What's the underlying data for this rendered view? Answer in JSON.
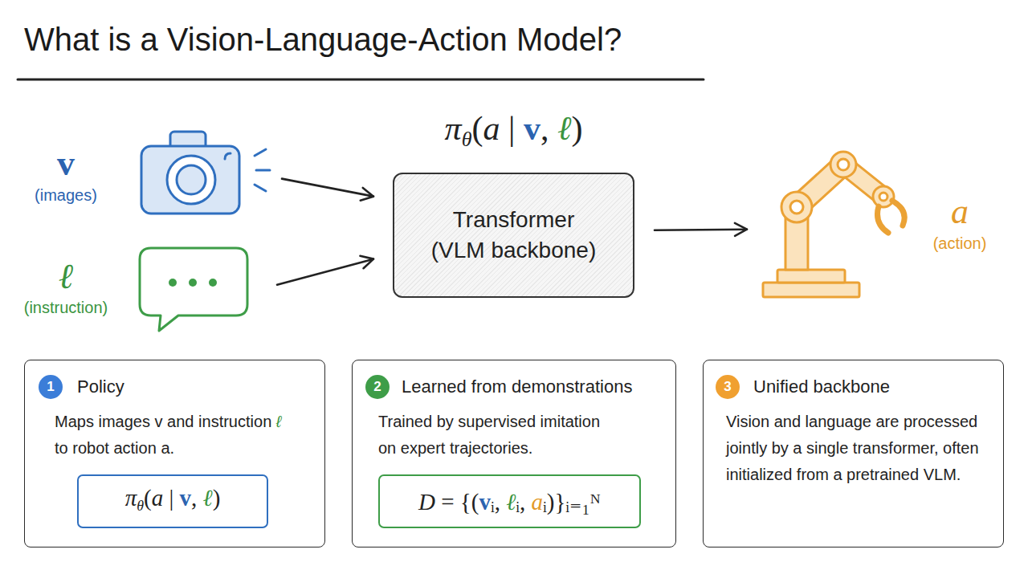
{
  "diagram": {
    "title": "What is a Vision-Language-Action Model?",
    "nodes": [
      {
        "text": [
          "v",
          "(images)"
        ]
      },
      {
        "text": [
          "ℓ",
          "(instruction)"
        ]
      },
      {
        "text": [
          "πθ(a | v, ℓ)",
          "Transformer (VLM backbone)"
        ]
      },
      {
        "text": [
          "a",
          "(action)"
        ]
      },
      {
        "text": [
          "Policy",
          "Maps images v and instruction ℓ to robot action a."
        ]
      },
      {
        "text": [
          "1"
        ],
        "in": 4
      },
      {
        "text": [
          "πθ(a | v, ℓ)"
        ],
        "in": 4
      },
      {
        "text": [
          "Learned from demonstrations",
          "Trained by supervised imitation on expert trajectories."
        ]
      },
      {
        "text": [
          "2"
        ],
        "in": 7
      },
      {
        "text": [
          "D = {(vᵢ, ℓᵢ, aᵢ)}ᵢ₌₁ᴺ"
        ],
        "in": 7
      },
      {
        "text": [
          "Unified backbone",
          "Vision and language are processed jointly by a single transformer, often initialized from a pretrained VLM."
        ]
      },
      {
        "text": [
          "3"
        ],
        "in": 10
      }
    ],
    "edges": [
      {
        "from": 0,
        "to": 2,
        "arrow": "to"
      },
      {
        "from": 1,
        "to": 2,
        "arrow": "to"
      },
      {
        "from": 2,
        "to": 3,
        "arrow": "to"
      }
    ]
  }
}
